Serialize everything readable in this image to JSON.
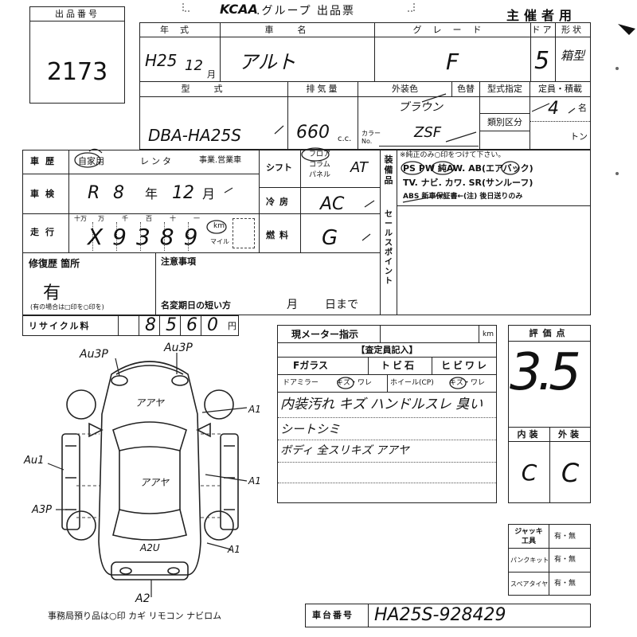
{
  "header": {
    "lot_label": "出品番号",
    "lot_number": "2173",
    "logo": "KCAA",
    "title_rest": ".グループ 出品票",
    "organizer": "主催者用"
  },
  "row1": {
    "year_label": "年式",
    "car_label": "車名",
    "grade_label": "グレード",
    "door_label": "ドア",
    "type_label": "形状",
    "year_value": "H25",
    "month_value": "12",
    "month_unit": "月",
    "car_value": "アルト",
    "grade_value": "F",
    "door_value": "5",
    "type_value": "箱型"
  },
  "row2": {
    "model_label": "型式",
    "displacement_label": "排気量",
    "color_label": "外装色",
    "color_change_label": "色替",
    "type_designation_label": "型式指定",
    "capacity_label": "定員・積載",
    "category_label": "類別区分",
    "model_value": "DBA-HA25S",
    "displacement_value": "660",
    "cc_unit": "c.c.",
    "color_value": "ブラウン",
    "color_no_label": "カラー No.",
    "color_no_value": "ZSF",
    "capacity_value": "4",
    "capacity_unit": "名",
    "ton_unit": "トン"
  },
  "row3": {
    "history_label": "車歴",
    "history_options": [
      "自家用",
      "レンタ",
      "事業.営業車"
    ],
    "shift_label": "シフト",
    "shift_options": [
      "フロア",
      "コラム",
      "パネル"
    ],
    "shift_value": "AT",
    "equipment_label": "装備品",
    "equipment_note": "※純正のみ○印をつけて下さい。",
    "equipment_line1": "PS PW 純AW. AB(エアバック)",
    "equipment_line2": "TV. ナビ. カワ. SR(サンルーフ)",
    "equipment_line3": "ABS 新車保証書←(注) 後日送りのみ"
  },
  "inspection": {
    "label": "車検",
    "era": "R",
    "year": "8",
    "year_unit": "年",
    "month": "12",
    "month_unit": "月"
  },
  "aircon": {
    "label": "冷房",
    "value": "AC"
  },
  "mileage": {
    "label": "走行",
    "digit_labels": [
      "十万",
      "万",
      "千",
      "百",
      "十",
      "一"
    ],
    "value": "X9389",
    "unit_km": "km",
    "unit_mile": "マイル"
  },
  "fuel": {
    "label": "燃料",
    "value": "G"
  },
  "sales_point_label": "セールスポイント",
  "repair": {
    "label": "修復歴 箇所",
    "value": "有",
    "note": "(有の場合は□印を○印を)"
  },
  "notes": {
    "label": "注意事項",
    "name_change_label": "名変期日の短い方",
    "month": "月",
    "day": "日まで"
  },
  "recycle": {
    "label": "リサイクル料",
    "value": "8560",
    "unit": "円"
  },
  "meter": {
    "label": "現メーター指示",
    "unit": "km"
  },
  "inspector": {
    "label": "【査定員記入】",
    "glass_label": "Fガラス",
    "tobi_label": "トビ石",
    "hibi_label": "ヒビワレ",
    "mirror_label": "ドアミラー",
    "mirror_opts": "キズ・ワレ",
    "wheel_label": "ホイール(CP)",
    "wheel_opts": "キズ・ワレ",
    "line1": "内装汚れ キズ ハンドルスレ 臭い",
    "line2": "シートシミ",
    "line3": "ボディ 全スリキズ アアヤ"
  },
  "score": {
    "label": "評価点",
    "value": "3.5",
    "interior_label": "内装",
    "exterior_label": "外装",
    "interior_value": "C",
    "exterior_value": "C"
  },
  "tools": {
    "jack_label": "ジャッキ 工具",
    "puncture_label": "パンクキット",
    "spare_label": "スペアタイヤ",
    "option": "有・無"
  },
  "diagram_marks": {
    "au3p_a": "Au3P",
    "au3p_b": "Au3P",
    "hood": "アアヤ",
    "roof": "アアヤ",
    "a1_right1": "A1",
    "a1_right2": "A1",
    "au1_left": "Au1",
    "a3p_left": "A3P",
    "a2u_rear": "A2U",
    "a1_rear_right": "A1",
    "a2_bottom": "A2"
  },
  "office_note": "事務局預り品は○印 カギ リモコン ナビロム",
  "chassis": {
    "label": "車台番号",
    "value": "HA25S-928429"
  }
}
